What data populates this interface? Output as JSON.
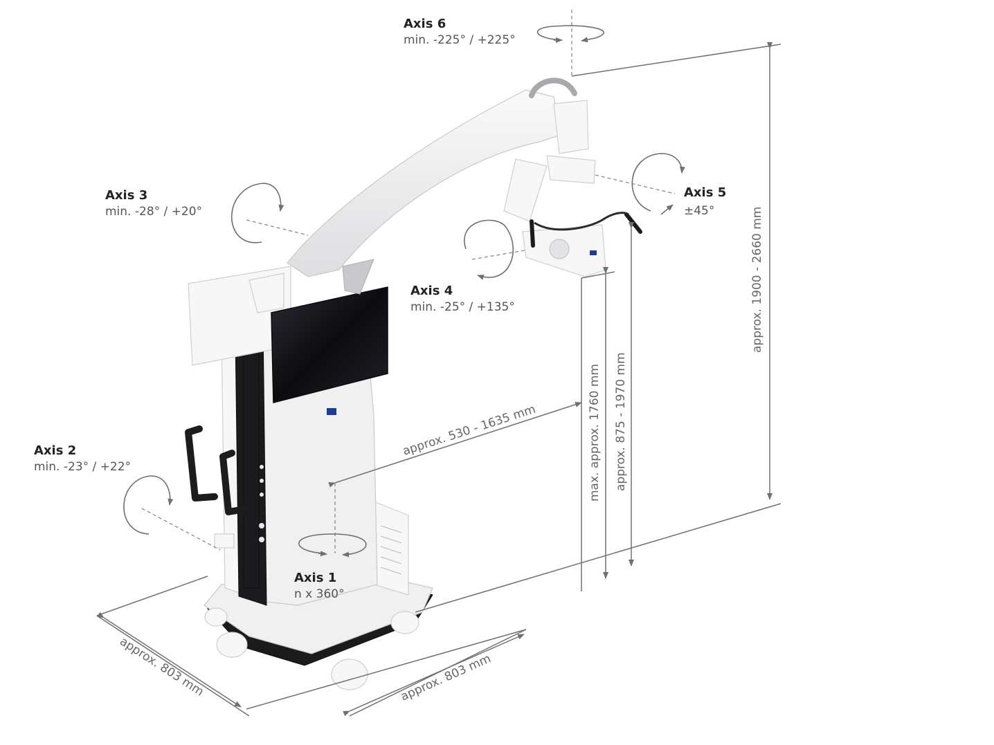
{
  "axes": [
    {
      "title": "Axis 6",
      "range": "min. -225° / +225°"
    },
    {
      "title": "Axis 3",
      "range": "min. -28° / +20°"
    },
    {
      "title": "Axis 5",
      "range": "±45°"
    },
    {
      "title": "Axis 4",
      "range": "min. -25° / +135°"
    },
    {
      "title": "Axis 2",
      "range": "min. -23° / +22°"
    },
    {
      "title": "Axis 1",
      "range": "n x 360°"
    }
  ],
  "dimensions": {
    "total_height": "approx. 1900 - 2660 mm",
    "reach": "approx. 530 - 1635 mm",
    "max_height": "max. approx. 1760 mm",
    "working_height": "approx. 875 - 1970 mm",
    "base_depth": "approx. 803 mm",
    "base_width": "approx. 803 mm"
  },
  "brand": {
    "logo_color": "#1a3b9c"
  }
}
